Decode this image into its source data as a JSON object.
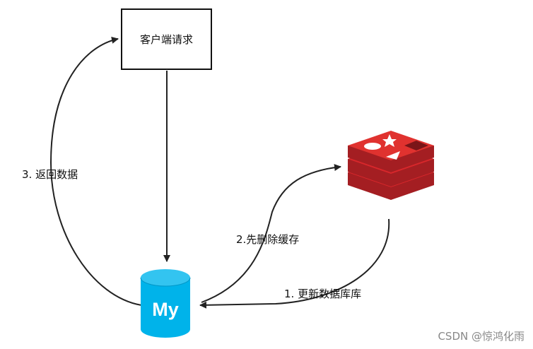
{
  "client": {
    "label": "客户端请求"
  },
  "edges": {
    "return_data": "3. 返回数据",
    "delete_cache": "2.先删除缓存",
    "update_db": "1. 更新数据库库"
  },
  "mysql_icon": {
    "text": "My",
    "color": "#00b3ea"
  },
  "redis_icon": {
    "color": "#d8272b"
  },
  "watermark": "CSDN @惊鸿化雨"
}
